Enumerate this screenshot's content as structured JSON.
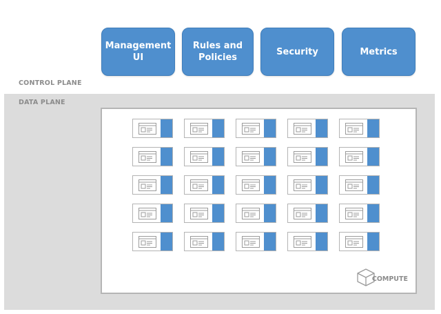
{
  "control_plane": {
    "label": "CONTROL PLANE",
    "components": [
      {
        "id": "management-ui",
        "label": "Management\nUI"
      },
      {
        "id": "rules-and-policies",
        "label": "Rules and\nPolicies"
      },
      {
        "id": "security",
        "label": "Security"
      },
      {
        "id": "metrics",
        "label": "Metrics"
      }
    ]
  },
  "data_plane": {
    "label": "DATA PLANE",
    "compute": {
      "label": "COMPUTE",
      "service_rows": 5,
      "service_columns": 5,
      "icons": {
        "service": "app-window-icon",
        "proxy": "sidecar-proxy",
        "compute": "cube-icon"
      }
    }
  },
  "colors": {
    "accent_blue": "#4f8fce",
    "plane_gray": "#dcdcdc",
    "label_gray": "#8c8c8c",
    "border_gray": "#b5b5b5"
  }
}
